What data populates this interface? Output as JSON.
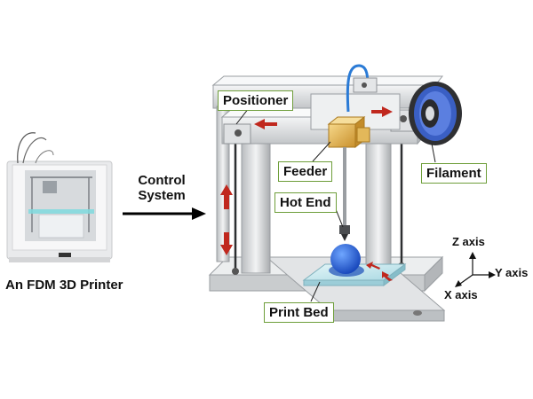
{
  "printer_caption": "An FDM 3D Printer",
  "control_system": {
    "line1": "Control",
    "line2": "System"
  },
  "callouts": {
    "positioner": "Positioner",
    "feeder": "Feeder",
    "filament": "Filament",
    "hot_end": "Hot End",
    "print_bed": "Print Bed"
  },
  "axes": {
    "z": "Z axis",
    "y": "Y axis",
    "x": "X axis"
  },
  "colors": {
    "arrow_red": "#c0281e",
    "callout_border": "#6e9e3a",
    "filament_blue": "#3a5fc4",
    "feeder_gold": "#e0b24a",
    "printed_object": "#1f63d8",
    "bed_glass": "#bfe3ea"
  }
}
